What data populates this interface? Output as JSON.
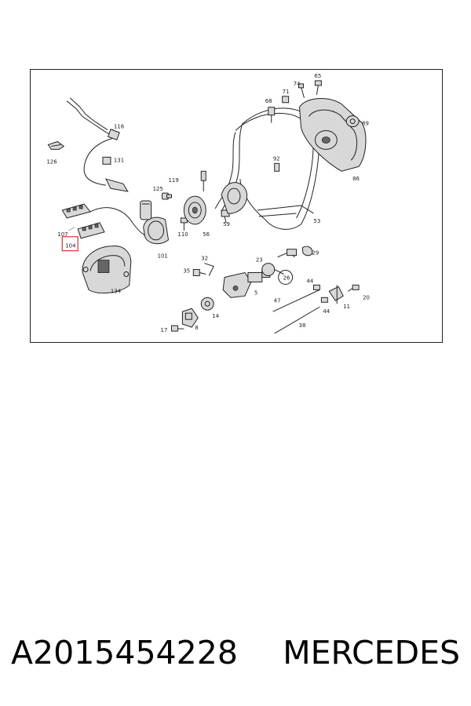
{
  "diagram": {
    "callouts": {
      "c65": "65",
      "c74": "74",
      "c71": "71",
      "c68": "68",
      "c89": "89",
      "c116": "116",
      "c126": "126",
      "c131": "131",
      "c92": "92",
      "c86": "86",
      "c119": "119",
      "c125": "125",
      "c107": "107",
      "c104": "104",
      "c110": "110",
      "c56": "56",
      "c59": "59",
      "c53": "53",
      "c101": "101",
      "c134": "134",
      "c32": "32",
      "c35": "35",
      "c23": "23",
      "c26": "26",
      "c29": "29",
      "c5": "5",
      "c44a": "44",
      "c47": "47",
      "c11": "11",
      "c20": "20",
      "c44b": "44",
      "c14": "14",
      "c38": "38",
      "c17": "17",
      "c8": "8"
    },
    "highlight_color": "#e0312f"
  },
  "caption": {
    "part_number": "A2015454228",
    "brand": "MERCEDES"
  }
}
